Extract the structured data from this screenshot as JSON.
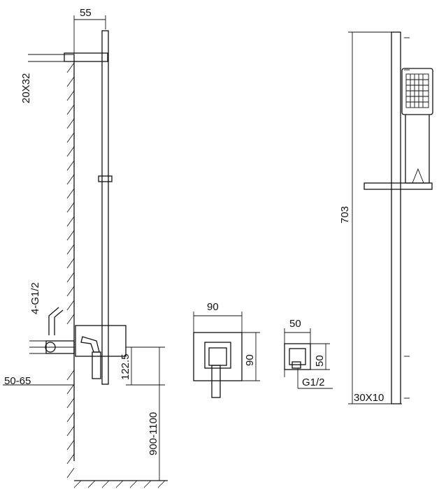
{
  "labels": {
    "top_width": "55",
    "arm_size": "20X32",
    "inlet_thread": "4-G1/2",
    "wall_offset": "50-65",
    "mixer_height": "122.5",
    "install_height": "900-1100",
    "plate_width": "90",
    "plate_height": "90",
    "elbow_width": "50",
    "elbow_height": "50",
    "elbow_thread": "G1/2",
    "rail_length": "703",
    "rail_section": "30X10"
  }
}
